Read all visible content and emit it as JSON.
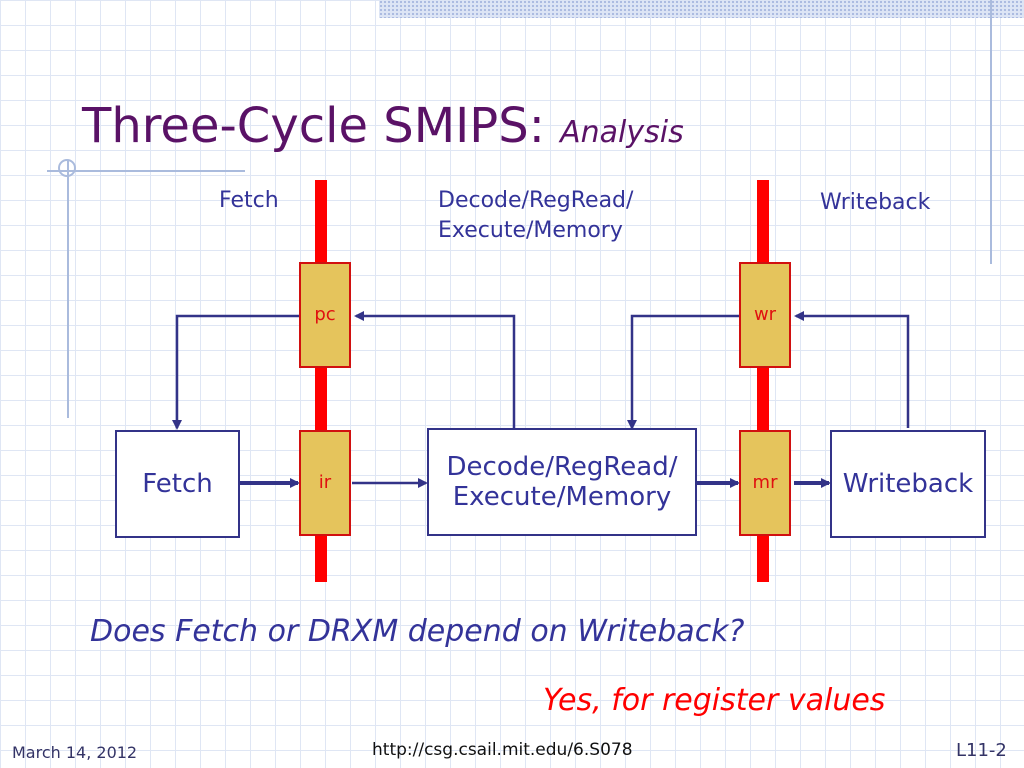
{
  "slide": {
    "title": "Three-Cycle SMIPS:",
    "title_emphasis": "Analysis",
    "question": "Does Fetch or DRXM  depend on Writeback?",
    "answer": "Yes, for register values",
    "footer_date": "March 14, 2012",
    "footer_url": "http://csg.csail.mit.edu/6.S078",
    "footer_page": "L11-2"
  },
  "stages": {
    "fetch_label": "Fetch",
    "drxm_label_line1": "Decode/RegRead/",
    "drxm_label_line2": "Execute/Memory",
    "writeback_label": "Writeback"
  },
  "blocks": {
    "fetch": "Fetch",
    "drxm_line1": "Decode/RegRead/",
    "drxm_line2": "Execute/Memory",
    "writeback": "Writeback"
  },
  "registers": {
    "pc": "pc",
    "ir": "ir",
    "wr": "wr",
    "mr": "mr"
  },
  "colors": {
    "title": "#5a1266",
    "text": "#333399",
    "register_fill": "#e5c45c",
    "bar": "#ff0000",
    "answer": "#ff0000"
  }
}
